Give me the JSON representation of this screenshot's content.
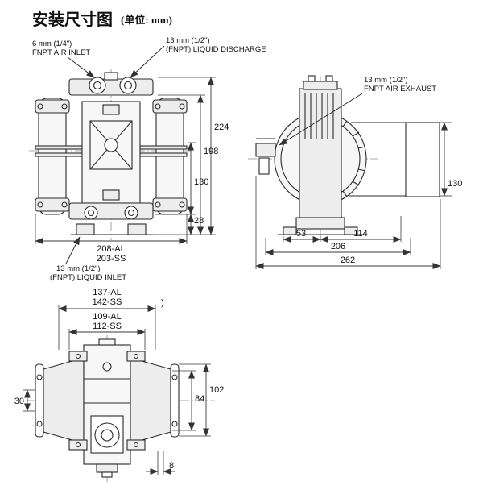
{
  "header": {
    "title": "安装尺寸图",
    "unit": "(单位: mm)"
  },
  "colors": {
    "line": "#2b2b2b",
    "dimension": "#3a3a3a",
    "background": "#ffffff"
  },
  "front_view": {
    "air_inlet_1": "6 mm (1/4\")",
    "air_inlet_2": "FNPT AIR INLET",
    "discharge_1": "13 mm (1/2\")",
    "discharge_2": "(FNPT) LIQUID DISCHARGE",
    "inlet_1": "13 mm (1/2\")",
    "inlet_2": "(FNPT) LIQUID INLET",
    "dim_224": "224",
    "dim_198": "198",
    "dim_130": "130",
    "dim_28": "28",
    "dim_width_al": "208-AL",
    "dim_width_ss": "203-SS"
  },
  "side_view": {
    "exhaust_1": "13 mm (1/2\")",
    "exhaust_2": "FNPT AIR EXHAUST",
    "dim_130": "130",
    "dim_53": "53",
    "dim_114": "114",
    "dim_206": "206",
    "dim_262": "262"
  },
  "top_view": {
    "dim_137": "137-AL",
    "dim_142": "142-SS",
    "dim_109": "109-AL",
    "dim_112": "112-SS",
    "paren": ")",
    "dim_84": "84",
    "dim_102": "102",
    "dim_30": "30",
    "dim_8": "8"
  }
}
